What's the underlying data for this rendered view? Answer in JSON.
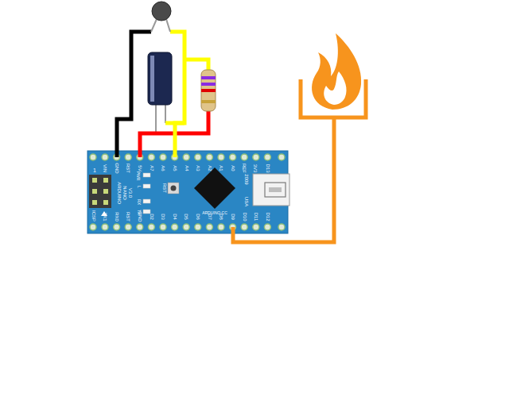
{
  "diagram": {
    "labels": [
      "VIN",
      "GND",
      "RST",
      "5V",
      "A7",
      "A6",
      "A5",
      "A4",
      "A3",
      "A2",
      "A1",
      "A0",
      "REF",
      "3V3",
      "D13",
      "TX1",
      "RX0",
      "RST",
      "GND",
      "D2",
      "D3",
      "D4",
      "D5",
      "D6",
      "D7",
      "D8",
      "D9",
      "D10",
      "D11",
      "D12",
      "1",
      "ICSP",
      "ARDUINO",
      "NANO",
      "V3.0",
      "PWR",
      "L",
      "RX",
      "TX",
      "RST",
      "ARDUINO.CC",
      "2009",
      "USA"
    ]
  }
}
